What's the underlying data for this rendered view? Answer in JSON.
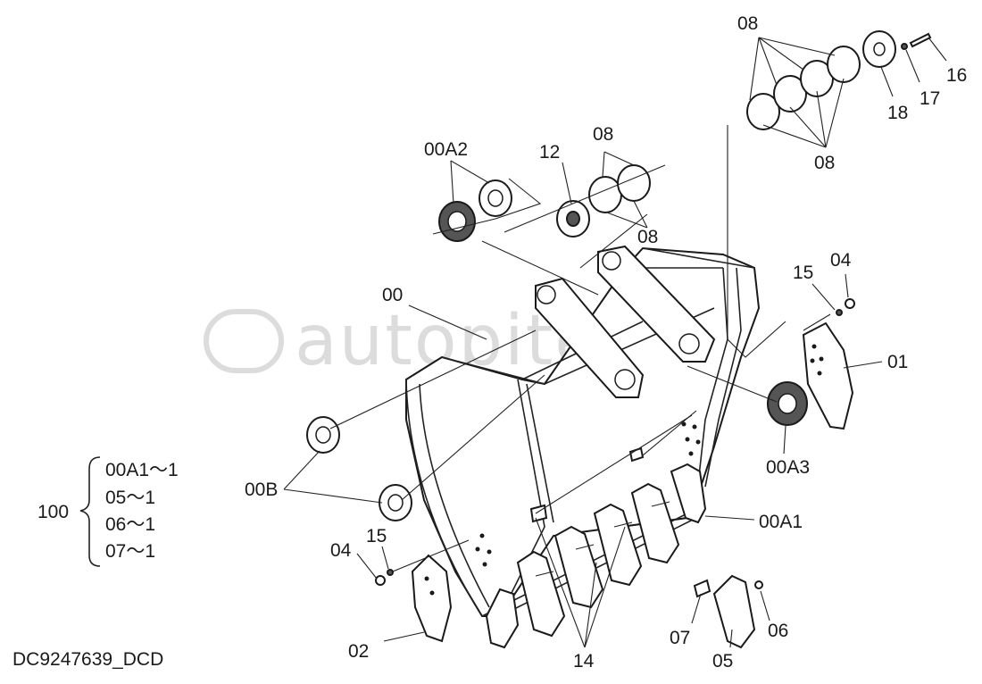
{
  "watermark": "autopiter.ru",
  "drawing_code": "DC9247639_DCD",
  "labels": {
    "p08_top": "08",
    "p08_right": "08",
    "p08_mid_top": "08",
    "p08_mid_bottom": "08",
    "p16": "16",
    "p17": "17",
    "p18": "18",
    "p00A2": "00A2",
    "p12": "12",
    "p00": "00",
    "p15_right": "15",
    "p04_right": "04",
    "p01": "01",
    "p00A3": "00A3",
    "p00B": "00B",
    "p00A1": "00A1",
    "p04_left": "04",
    "p15_left": "15",
    "p02": "02",
    "p14": "14",
    "p07": "07",
    "p05": "05",
    "p06": "06"
  },
  "kit": {
    "number": "100",
    "items": [
      "00A1～1",
      "05～1",
      "06～1",
      "07～1"
    ]
  },
  "icons": {
    "watermark_logo": "arrow-circle-icon"
  }
}
